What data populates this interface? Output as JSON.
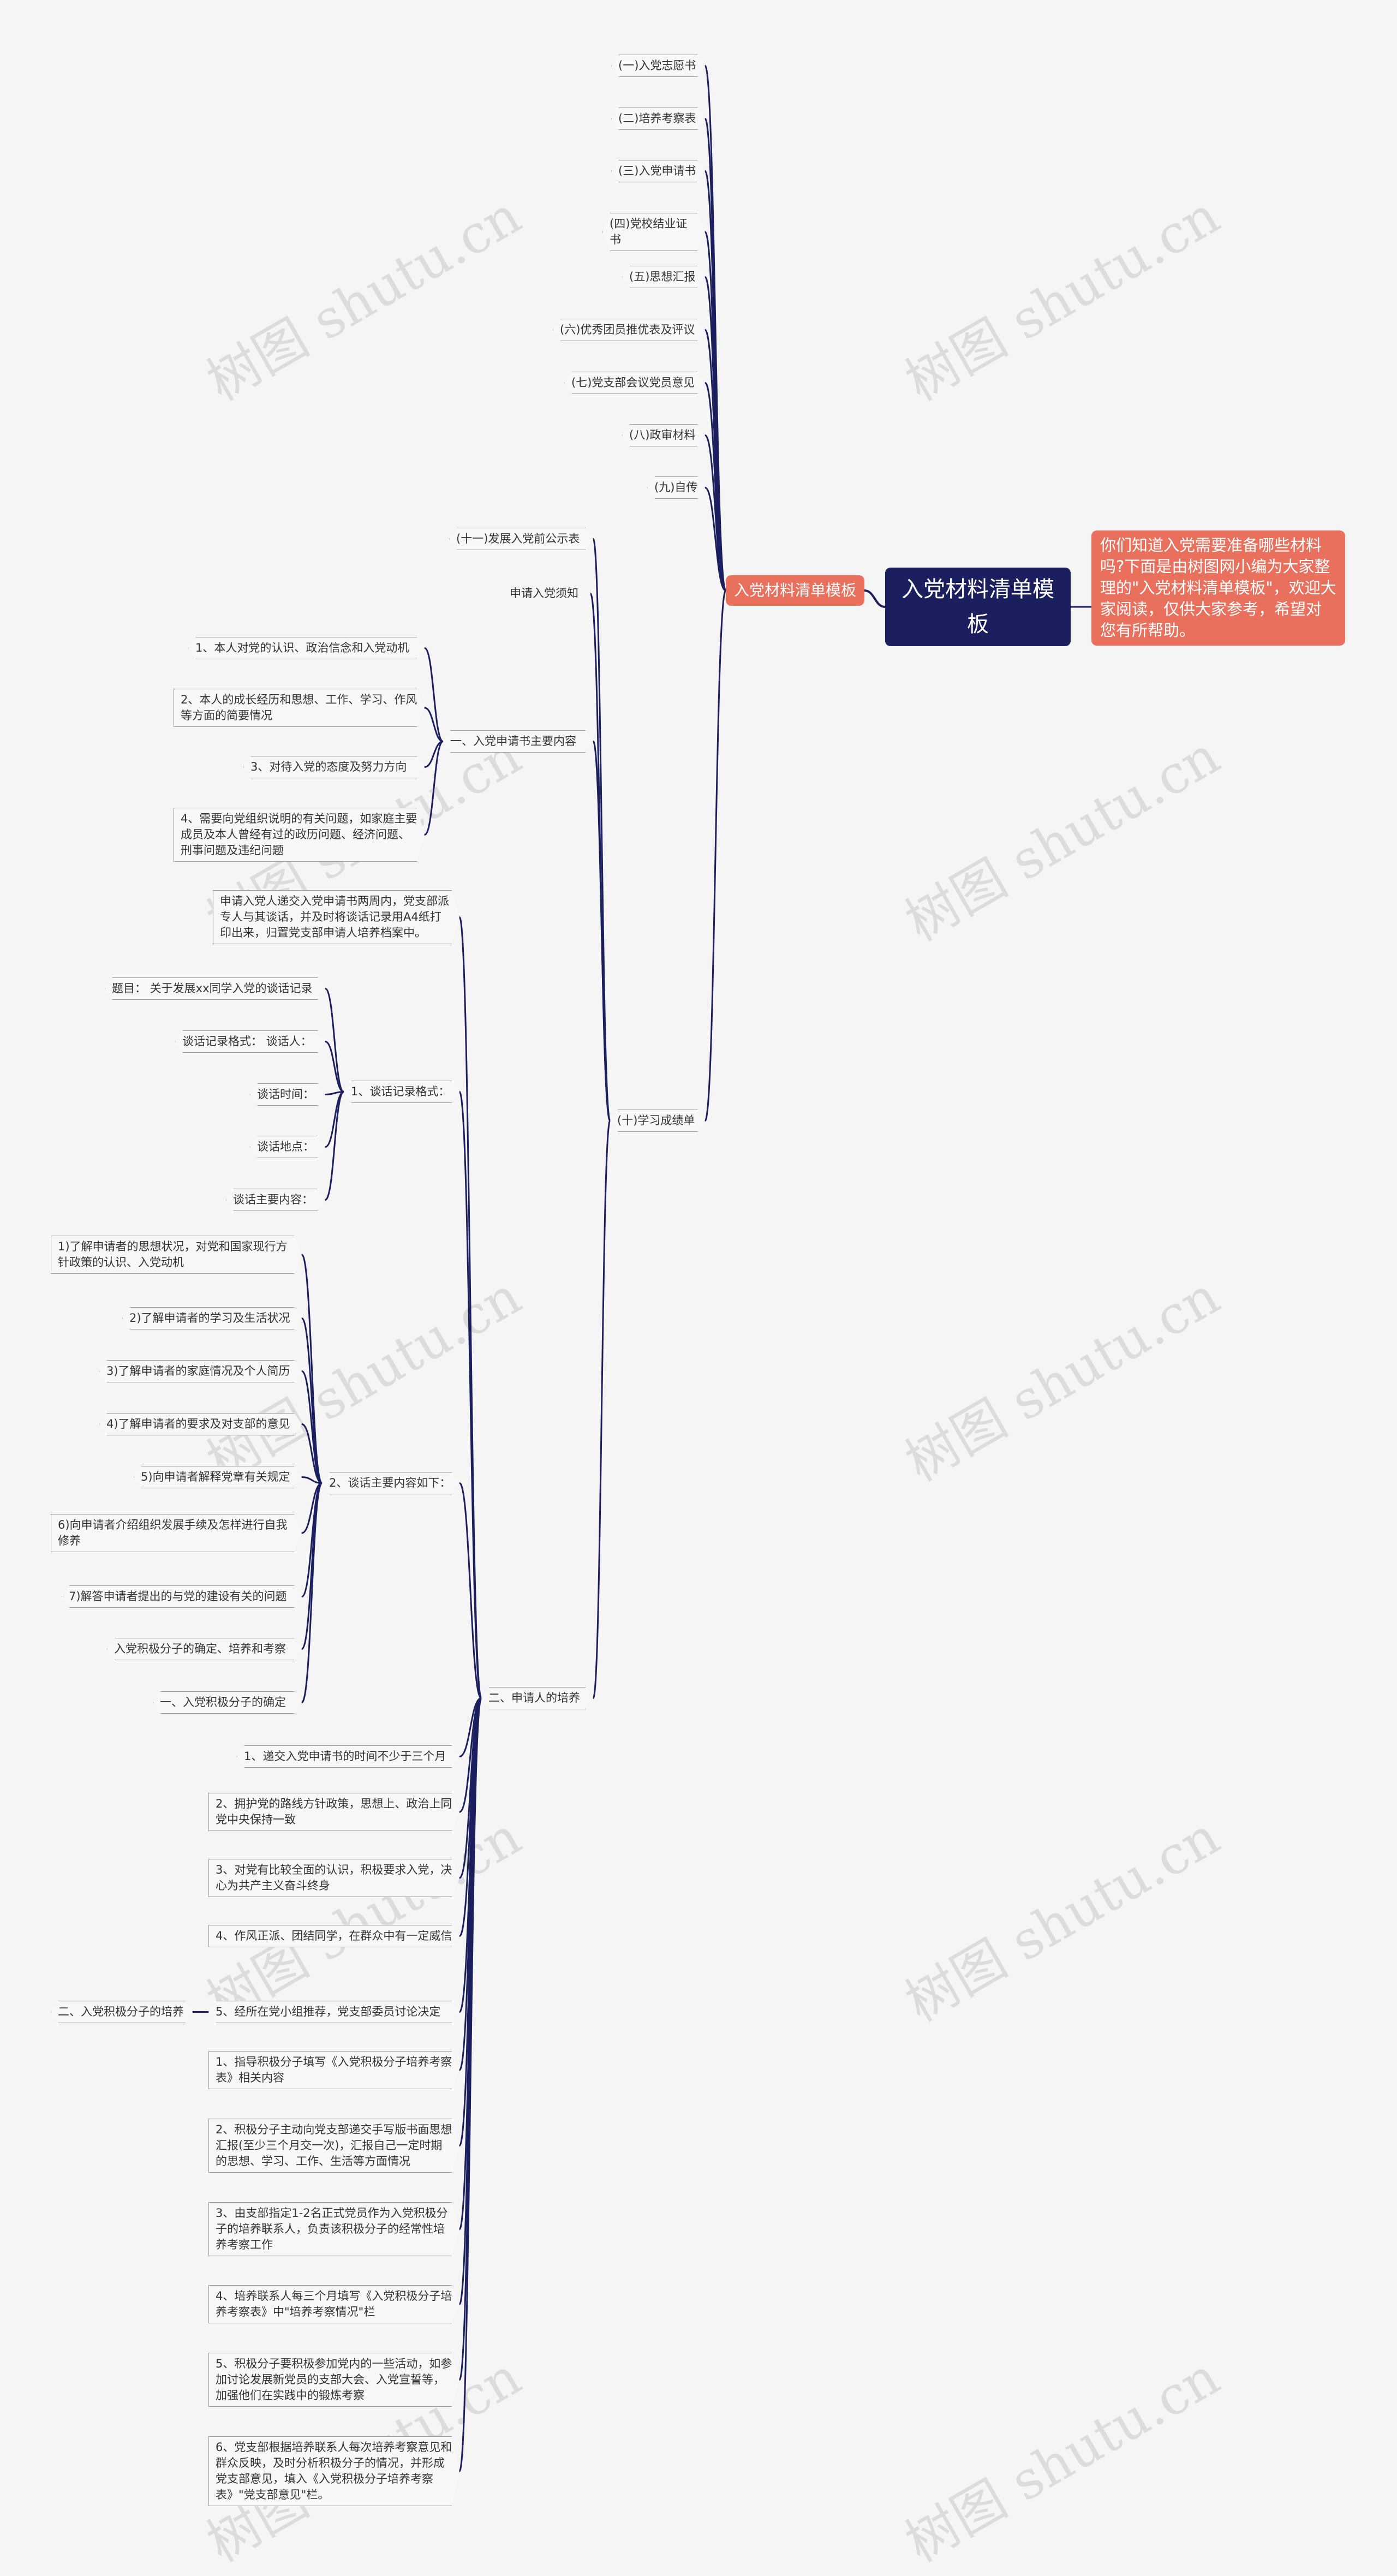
{
  "root": "入党材料清单模板",
  "branch": "入党材料清单模板",
  "note": "你们知道入党需要准备哪些材料吗?下面是由树图网小编为大家整理的\"入党材料清单模板\"，欢迎大家阅读，仅供大家参考，希望对您有所帮助。",
  "watermark": "树图 shutu.cn",
  "top_items": [
    "(一)入党志愿书",
    "(二)培养考察表",
    "(三)入党申请书",
    "(四)党校结业证书",
    "(五)思想汇报",
    "(六)优秀团员推优表及评议",
    "(七)党支部会议党员意见",
    "(八)政审材料",
    "(九)自传"
  ],
  "gongshi": "(十一)发展入党前公示表",
  "xuzhi": "申请入党须知",
  "study": "(十)学习成绩单",
  "sqs": {
    "label": "一、入党申请书主要内容",
    "children": [
      "1、本人对党的认识、政治信念和入党动机",
      "2、本人的成长经历和思想、工作、学习、作风等方面的简要情况",
      "3、对待入党的态度及努力方向",
      "4、需要向党组织说明的有关问题，如家庭主要成员及本人曾经有过的政历问题、经济问题、刑事问题及违纪问题"
    ]
  },
  "peiyang": {
    "label": "二、申请人的培养",
    "intro": "申请入党人递交入党申请书两周内，党支部派专人与其谈话，并及时将谈话记录用A4纸打印出来，归置党支部申请人培养档案中。",
    "geshi": {
      "label": "1、谈话记录格式：",
      "children": [
        "题目： 关于发展xx同学入党的谈话记录",
        "谈话记录格式： 谈话人：",
        "谈话时间：",
        "谈话地点：",
        "谈话主要内容："
      ]
    },
    "neirong": {
      "label": "2、谈话主要内容如下：",
      "children": [
        "1)了解申请者的思想状况，对党和国家现行方针政策的认识、入党动机",
        "2)了解申请者的学习及生活状况",
        "3)了解申请者的家庭情况及个人简历",
        "4)了解申请者的要求及对支部的意见",
        "5)向申请者解释党章有关规定",
        "6)向申请者介绍组织发展手续及怎样进行自我修养",
        "7)解答申请者提出的与党的建设有关的问题"
      ]
    },
    "queding": "入党积极分子的确定、培养和考察",
    "jjfz1": "一、入党积极分子的确定",
    "conditions": [
      "1、递交入党申请书的时间不少于三个月",
      "2、拥护党的路线方针政策，思想上、政治上同党中央保持一致",
      "3、对党有比较全面的认识，积极要求入党，决心为共产主义奋斗终身",
      "4、作风正派、团结同学，在群众中有一定威信",
      "5、经所在党小组推荐，党支部委员讨论决定"
    ],
    "jjfz2": "二、入党积极分子的培养",
    "training": [
      "1、指导积极分子填写《入党积极分子培养考察表》相关内容",
      "2、积极分子主动向党支部递交手写版书面思想汇报(至少三个月交一次)，汇报自己一定时期的思想、学习、工作、生活等方面情况",
      "3、由支部指定1-2名正式党员作为入党积极分子的培养联系人，负责该积极分子的经常性培养考察工作",
      "4、培养联系人每三个月填写《入党积极分子培养考察表》中\"培养考察情况\"栏",
      "5、积极分子要积极参加党内的一些活动，如参加讨论发展新党员的支部大会、入党宣誓等，加强他们在实践中的锻炼考察",
      "6、党支部根据培养联系人每次培养考察意见和群众反映，及时分析积极分子的情况，并形成党支部意见，填入《入党积极分子培养考察表》\"党支部意见\"栏。"
    ]
  },
  "colors": {
    "line": "#1b1f5e",
    "root": "#1b1f5e",
    "branch": "#e8705c",
    "leaf_border": "#9a9a9a"
  }
}
